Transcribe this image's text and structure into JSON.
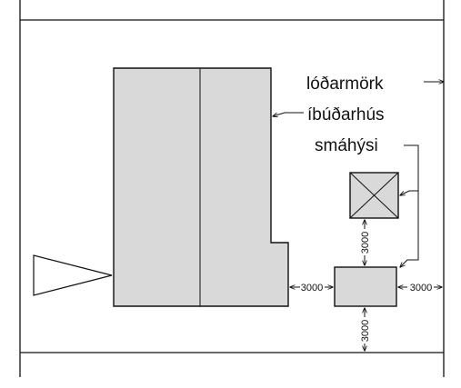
{
  "labels": {
    "lot_boundary": "lóðarmörk",
    "residential_house": "íbúðarhús",
    "small_building": "smáhýsi"
  },
  "dimensions": {
    "left_gap": "3000",
    "right_gap": "3000",
    "top_gap": "3000",
    "bottom_gap": "3000"
  },
  "colors": {
    "building_fill": "#d9d9d9",
    "line": "#111111"
  }
}
